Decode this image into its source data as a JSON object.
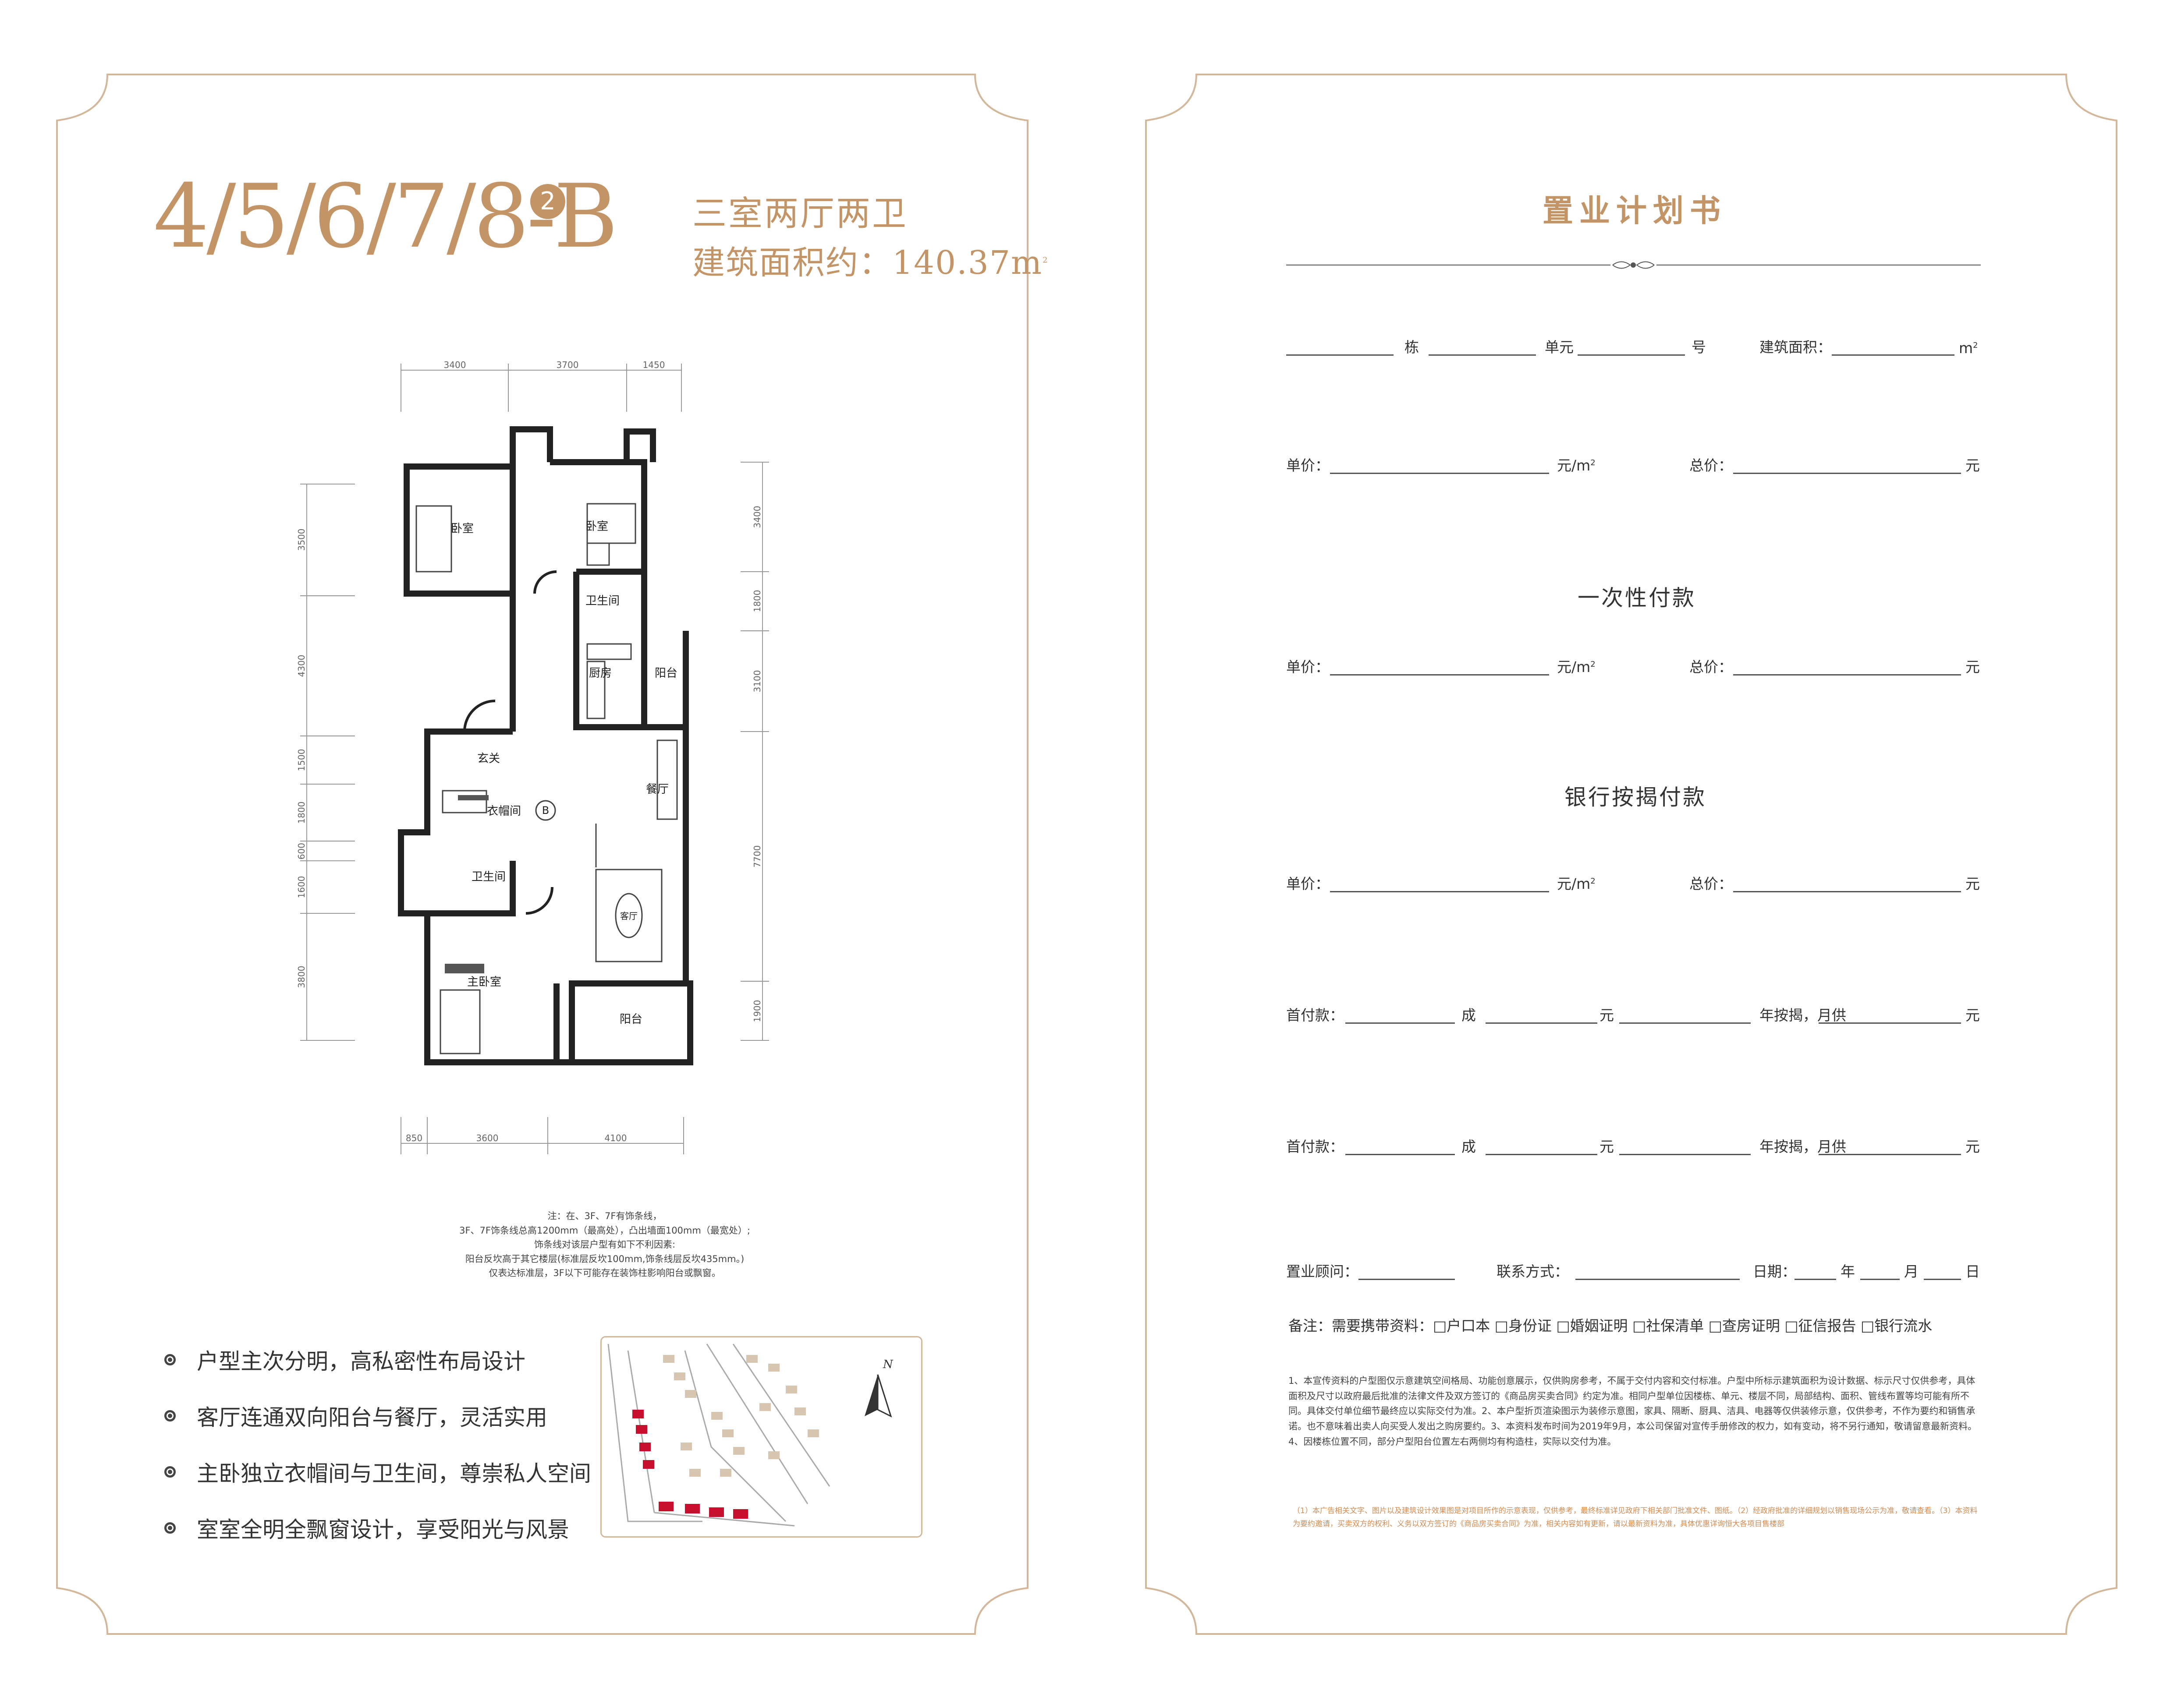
{
  "colors": {
    "accent": "#c39466",
    "frame": "#d3b79a",
    "highlight_building": "#c8102e",
    "orange_text": "#d48a50"
  },
  "left_page": {
    "unit_code": "4/5/6/7/8-B",
    "unit_variant": "2",
    "layout_type": "三室两厅两卫",
    "area_label": "建筑面积约：140.37m",
    "area_sup": "2",
    "floorplan": {
      "rooms": {
        "bedroom1": "卧室",
        "bedroom2": "卧室",
        "bathroom1": "卫生间",
        "kitchen": "厨房",
        "balcony1": "阳台",
        "foyer": "玄关",
        "dining": "餐厅",
        "cloakroom": "衣帽间",
        "bathroom2": "卫生间",
        "living": "客厅",
        "master": "主卧室",
        "balcony2": "阳台",
        "unit_marker": "B"
      },
      "dims_top": [
        "3400",
        "3700",
        "1450"
      ],
      "dims_bottom": [
        "850",
        "3600",
        "4100"
      ],
      "dims_left": [
        "3500",
        "4300",
        "1500",
        "1800",
        "600",
        "1600",
        "3800"
      ],
      "dims_right": [
        "3400",
        "1800",
        "3100",
        "7700",
        "1900"
      ]
    },
    "note_lines": [
      "注：在、3F、7F有饰条线，",
      "3F、7F饰条线总高1200mm（最高处），凸出墙面100mm（最宽处）;",
      "饰条线对该层户型有如下不利因素:",
      "阳台反坎高于其它楼层(标准层反坎100mm,饰条线层反坎435mm。)",
      "仅表达标准层，3F以下可能存在装饰柱影响阳台或飘窗。"
    ],
    "features": [
      "户型主次分明，高私密性布局设计",
      "客厅连通双向阳台与餐厅，灵活实用",
      "主卧独立衣帽间与卫生间，尊崇私人空间",
      "室室全明全飘窗设计，享受阳光与风景"
    ],
    "site_map": {
      "north_label": "N"
    }
  },
  "right_page": {
    "title": "置业计划书",
    "row1": {
      "building": "栋",
      "unit": "单元",
      "number": "号",
      "area": "建筑面积：",
      "area_unit": "m",
      "area_sup": "2"
    },
    "price_row": {
      "unit_price": "单价：",
      "unit_price_unit": "元/m",
      "unit_price_sup": "2",
      "total": "总价：",
      "total_unit": "元"
    },
    "one_time_title": "一次性付款",
    "mortgage_title": "银行按揭付款",
    "down_payment_row": {
      "label": "首付款：",
      "cheng": "成",
      "yuan": "元",
      "years": "年按揭，月供",
      "yuan2": "元"
    },
    "consultant_row": {
      "consultant": "置业顾问：",
      "contact": "联系方式：",
      "date": "日期：",
      "year": "年",
      "month": "月",
      "day": "日"
    },
    "remarks": "备注：需要携带资料：□户口本 □身份证 □婚姻证明 □社保清单 □查房证明 □征信报告 □银行流水",
    "disclaimer": "1、本宣传资料的户型图仅示意建筑空间格局、功能创意展示，仅供购房参考，不属于交付内容和交付标准。户型中所标示建筑面积为设计数据、标示尺寸仅供参考，具体面积及尺寸以政府最后批准的法律文件及双方签订的《商品房买卖合同》约定为准。相同户型单位因楼栋、单元、楼层不同，局部结构、面积、管线布置等均可能有所不同。具体交付单位细节最终应以实际交付为准。2、本户型折页渲染图示为装修示意图，家具、隔断、厨具、洁具、电器等仅供装修示意，仅供参考，不作为要约和销售承诺。也不意味着出卖人向买受人发出之购房要约。3、本资料发布时间为2019年9月，本公司保留对宣传手册修改的权力，如有变动，将不另行通知，敬请留意最新资料。4、因楼栋位置不同，部分户型阳台位置左右两侧均有构造柱，实际以交付为准。",
    "disclaimer_orange": "（1）本广告相关文字、图片以及建筑设计效果图是对项目所作的示意表现，仅供参考，最终标准详见政府下相关部门批准文件、图纸。（2）经政府批准的详细规划以销售现场公示为准，敬请查看。（3）本资料为要约邀请，买卖双方的权利、义务以双方签订的《商品房买卖合同》为准，相关内容如有更新，请以最新资料为准，具体优惠详询恒大各项目售楼部"
  }
}
